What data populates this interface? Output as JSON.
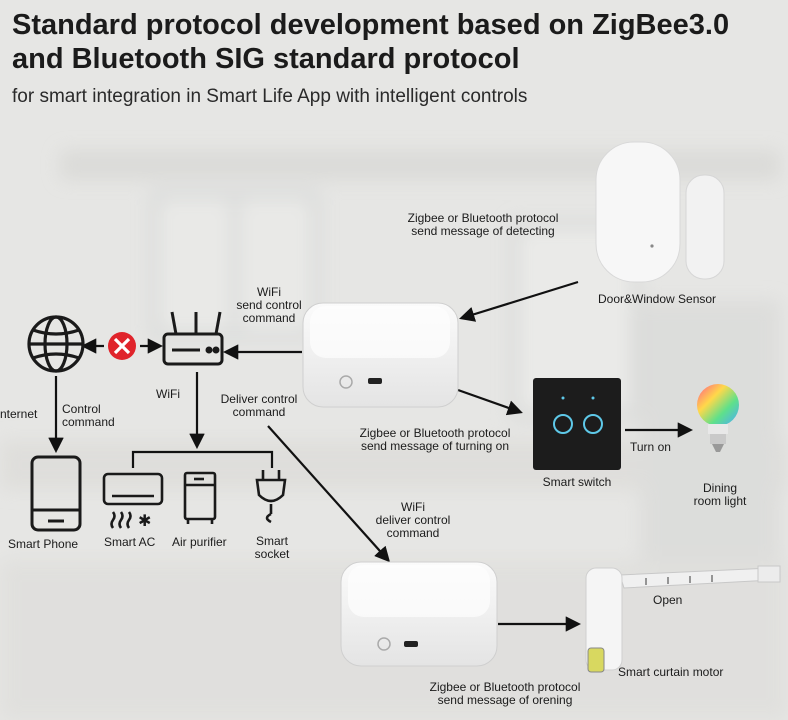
{
  "header": {
    "title_line1": "Standard protocol development based on ZigBee3.0",
    "title_line2": "and Bluetooth SIG standard protocol",
    "subtitle": "for smart integration in Smart Life App with intelligent controls"
  },
  "labels": {
    "detect_1": "Zigbee or Bluetooth protocol",
    "detect_2": "send message of detecting",
    "sensor": "Door&Window Sensor",
    "wifi_send_1": "WiFi",
    "wifi_send_2": "send control",
    "wifi_send_3": "command",
    "router": "WiFi",
    "internet": "nternet",
    "control_1": "Control",
    "control_2": "command",
    "deliver_1": "Deliver control",
    "deliver_2": "command",
    "turning_1": "Zigbee or Bluetooth protocol",
    "turning_2": "send message of turning on",
    "switch": "Smart switch",
    "turn_on": "Turn on",
    "light_1": "Dining",
    "light_2": "room light",
    "phone": "Smart Phone",
    "ac": "Smart AC",
    "purifier": "Air purifier",
    "socket_1": "Smart",
    "socket_2": "socket",
    "wifi_deliver_1": "WiFi",
    "wifi_deliver_2": "deliver control",
    "wifi_deliver_3": "command",
    "open": "Open",
    "curtain": "Smart curtain motor",
    "opening_1": "Zigbee or Bluetooth protocol",
    "opening_2": "send message of orening"
  },
  "colors": {
    "arrow": "#111111",
    "block_icon": "#e0242b",
    "switch_panel": "#1c1c1c",
    "switch_ring": "#5ec8e8",
    "hub": "#f4f4f4"
  },
  "icons": [
    "globe-icon",
    "block-icon",
    "router-icon",
    "hub-icon",
    "door-window-sensor-icon",
    "smart-switch-icon",
    "bulb-icon",
    "phone-icon",
    "ac-icon",
    "air-purifier-icon",
    "socket-icon",
    "curtain-motor-icon"
  ]
}
